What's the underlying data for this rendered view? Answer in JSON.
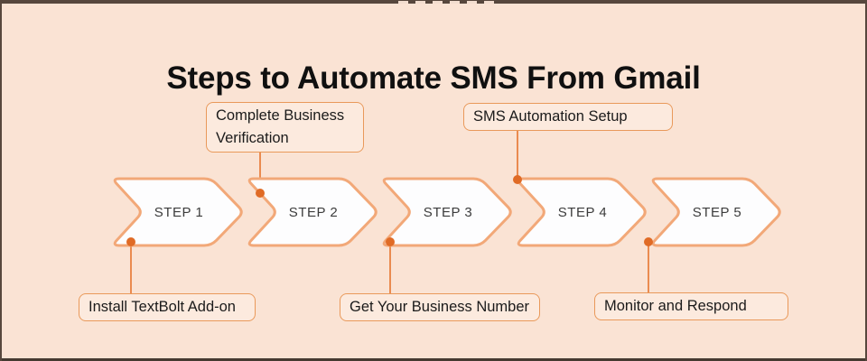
{
  "page": {
    "title": "Steps to Automate SMS From Gmail",
    "background_color": "#fae3d4",
    "chevron_fill_color": "#fdfdfe",
    "chevron_outline_color": "#f2a878",
    "callout_border_color": "#e9995a",
    "connector_line_color": "#ea8b50",
    "connector_dot_color": "#e06b26"
  },
  "steps": [
    {
      "label": "STEP 1",
      "callout": "Install TextBolt Add-on",
      "callout_position": "bottom"
    },
    {
      "label": "STEP 2",
      "callout": "Complete Business Verification",
      "callout_position": "top"
    },
    {
      "label": "STEP 3",
      "callout": "Get Your Business Number",
      "callout_position": "bottom"
    },
    {
      "label": "STEP 4",
      "callout": "SMS Automation Setup",
      "callout_position": "top"
    },
    {
      "label": "STEP 5",
      "callout": "Monitor and Respond",
      "callout_position": "bottom"
    }
  ]
}
